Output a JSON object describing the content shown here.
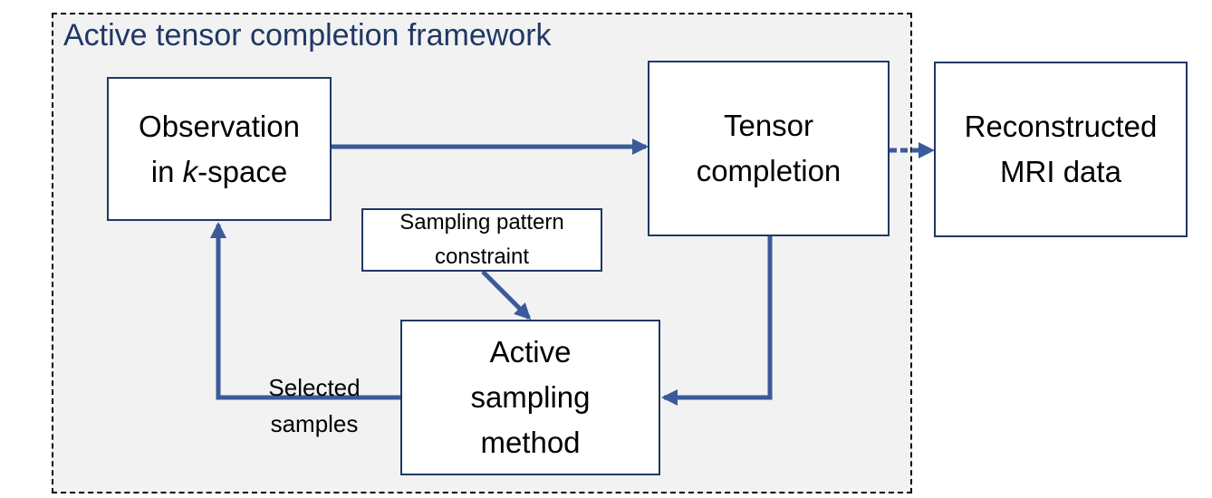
{
  "framework": {
    "title": "Active tensor completion framework"
  },
  "nodes": {
    "observation": {
      "line1": "Observation",
      "line2_italic": "k",
      "line2_rest": "-space",
      "line2_prefix": "in "
    },
    "tensor_completion": {
      "line1": "Tensor",
      "line2": "completion"
    },
    "reconstructed": {
      "line1": "Reconstructed",
      "line2": "MRI data"
    },
    "sampling_pattern": {
      "line1": "Sampling pattern",
      "line2": "constraint"
    },
    "active_sampling": {
      "line1": "Active",
      "line2": "sampling",
      "line3": "method"
    }
  },
  "edge_labels": {
    "selected_samples": {
      "line1": "Selected",
      "line2": "samples"
    }
  },
  "colors": {
    "arrow": "#3b5a9a",
    "box_border": "#1f3864",
    "title": "#1f3864",
    "frame_fill": "#f2f2f2"
  }
}
